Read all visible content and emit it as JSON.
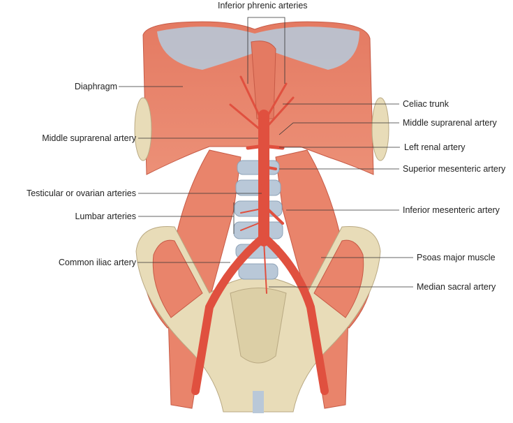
{
  "labels": {
    "inferior_phrenic": "Inferior phrenic arteries",
    "diaphragm": "Diaphragm",
    "middle_suprarenal_left": "Middle suprarenal artery",
    "testicular": "Testicular or ovarian arteries",
    "lumbar": "Lumbar arteries",
    "common_iliac": "Common iliac artery",
    "celiac": "Celiac trunk",
    "middle_suprarenal_right": "Middle suprarenal artery",
    "left_renal": "Left renal artery",
    "superior_mesenteric": "Superior mesenteric artery",
    "inferior_mesenteric": "Inferior mesenteric artery",
    "psoas": "Psoas major muscle",
    "median_sacral": "Median sacral artery"
  },
  "colors": {
    "muscle": "#e9846b",
    "muscle_dark": "#d2654f",
    "tendon": "#b9c8d8",
    "bone": "#e8dcb8",
    "artery": "#e0503f",
    "line": "#333333"
  }
}
